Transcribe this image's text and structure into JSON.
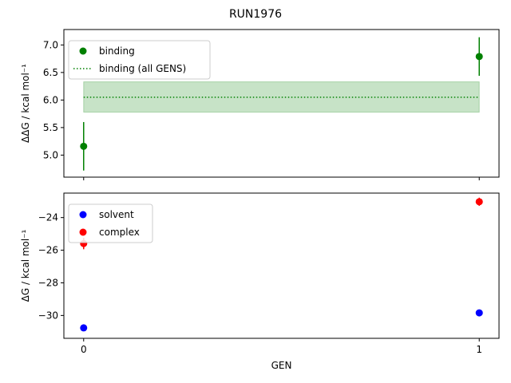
{
  "figure": {
    "title": "RUN1976"
  },
  "chart_data": [
    {
      "type": "scatter",
      "xlabel": "",
      "ylabel": "ΔΔG / kcal mol⁻¹",
      "ylim": [
        4.6,
        7.28
      ],
      "yticks": [
        "5.0",
        "5.5",
        "6.0",
        "6.5",
        "7.0"
      ],
      "xticks": [],
      "xlim": [
        -0.05,
        1.05
      ],
      "legend_position": "upper-left",
      "series": [
        {
          "name": "binding",
          "color": "#008000",
          "x": [
            0,
            1
          ],
          "y": [
            5.16,
            6.79
          ],
          "yerr": [
            0.44,
            0.35
          ]
        }
      ],
      "reference_line": {
        "name": "binding (all GENS)",
        "color": "#008000",
        "value": 6.05,
        "band": [
          5.78,
          6.33
        ],
        "x_range": [
          0,
          1
        ]
      },
      "legend": [
        "binding",
        "binding (all GENS)"
      ]
    },
    {
      "type": "scatter",
      "xlabel": "GEN",
      "ylabel": "ΔG / kcal mol⁻¹",
      "ylim": [
        -31.4,
        -22.5
      ],
      "yticks": [
        "−30",
        "−28",
        "−26",
        "−24"
      ],
      "xticks": [
        "0",
        "1"
      ],
      "xlim": [
        -0.05,
        1.05
      ],
      "legend_position": "upper-left",
      "series": [
        {
          "name": "solvent",
          "color": "#0000ff",
          "x": [
            0,
            1
          ],
          "y": [
            -30.76,
            -29.84
          ],
          "yerr": [
            0,
            0
          ]
        },
        {
          "name": "complex",
          "color": "#ff0000",
          "x": [
            0,
            1
          ],
          "y": [
            -25.59,
            -23.03
          ],
          "yerr": [
            0.35,
            0.25
          ]
        }
      ],
      "legend": [
        "solvent",
        "complex"
      ]
    }
  ]
}
